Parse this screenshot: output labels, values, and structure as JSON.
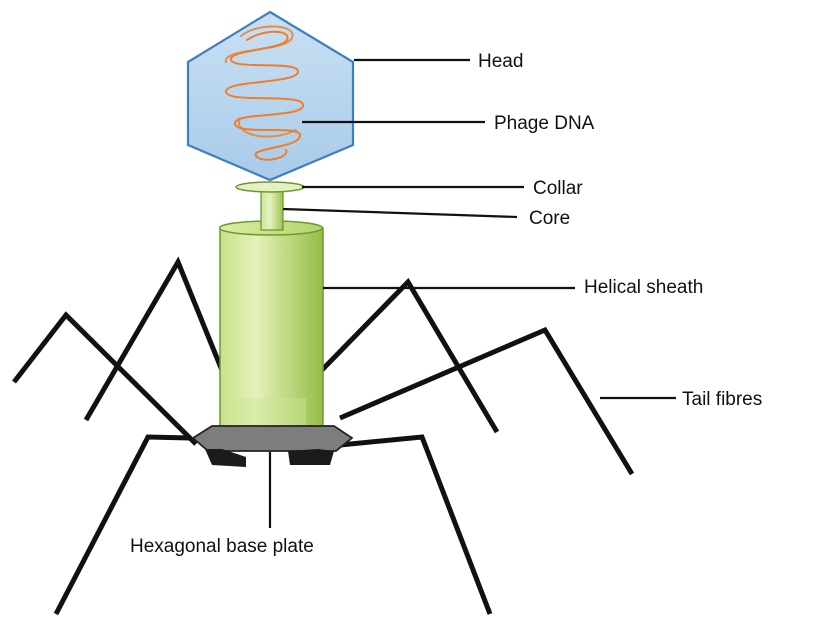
{
  "labels": {
    "head": "Head",
    "phage_dna": "Phage DNA",
    "collar": "Collar",
    "core": "Core",
    "helical_sheath": "Helical sheath",
    "tail_fibres": "Tail fibres",
    "base_plate": "Hexagonal base plate"
  },
  "colors": {
    "head_fill": "#b9d6ee",
    "head_stroke": "#3d7fc0",
    "dna": "#ef7d2a",
    "sheath_light": "#d6eaa0",
    "sheath_dark": "#9cc24a",
    "collar_fill": "#dfeeb8",
    "base_plate": "#7d7d7d",
    "fibre": "#111111"
  }
}
